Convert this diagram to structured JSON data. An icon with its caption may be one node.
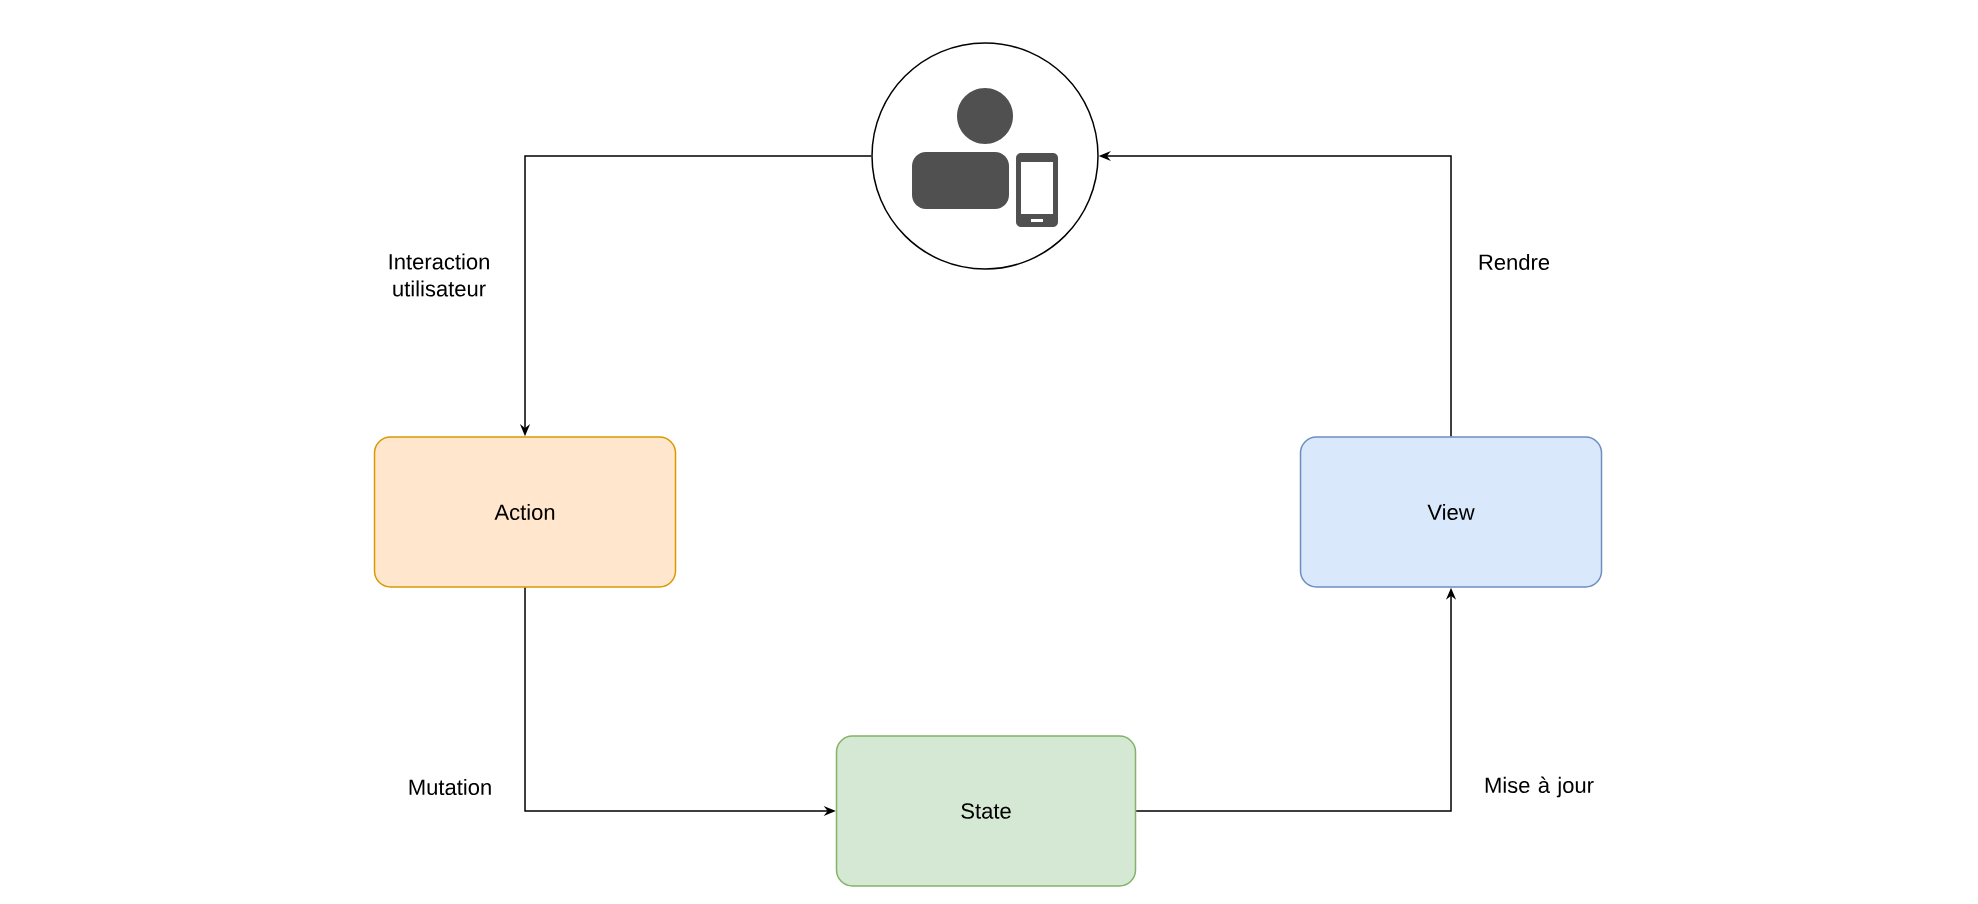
{
  "diagram": {
    "nodes": [
      {
        "text": [],
        "shape": "circle"
      },
      {
        "text": [
          "Action"
        ]
      },
      {
        "text": [
          "View"
        ]
      },
      {
        "text": [
          "State"
        ]
      }
    ],
    "edges": [
      {
        "from": 0,
        "to": 1,
        "arrow": "to",
        "label": "Interaction utilisateur"
      },
      {
        "from": 1,
        "to": 3,
        "arrow": "to",
        "label": "Mutation"
      },
      {
        "from": 3,
        "to": 2,
        "arrow": "to",
        "label": "Mise à jour"
      },
      {
        "from": 2,
        "to": 0,
        "arrow": "to",
        "label": "Rendre"
      }
    ]
  }
}
